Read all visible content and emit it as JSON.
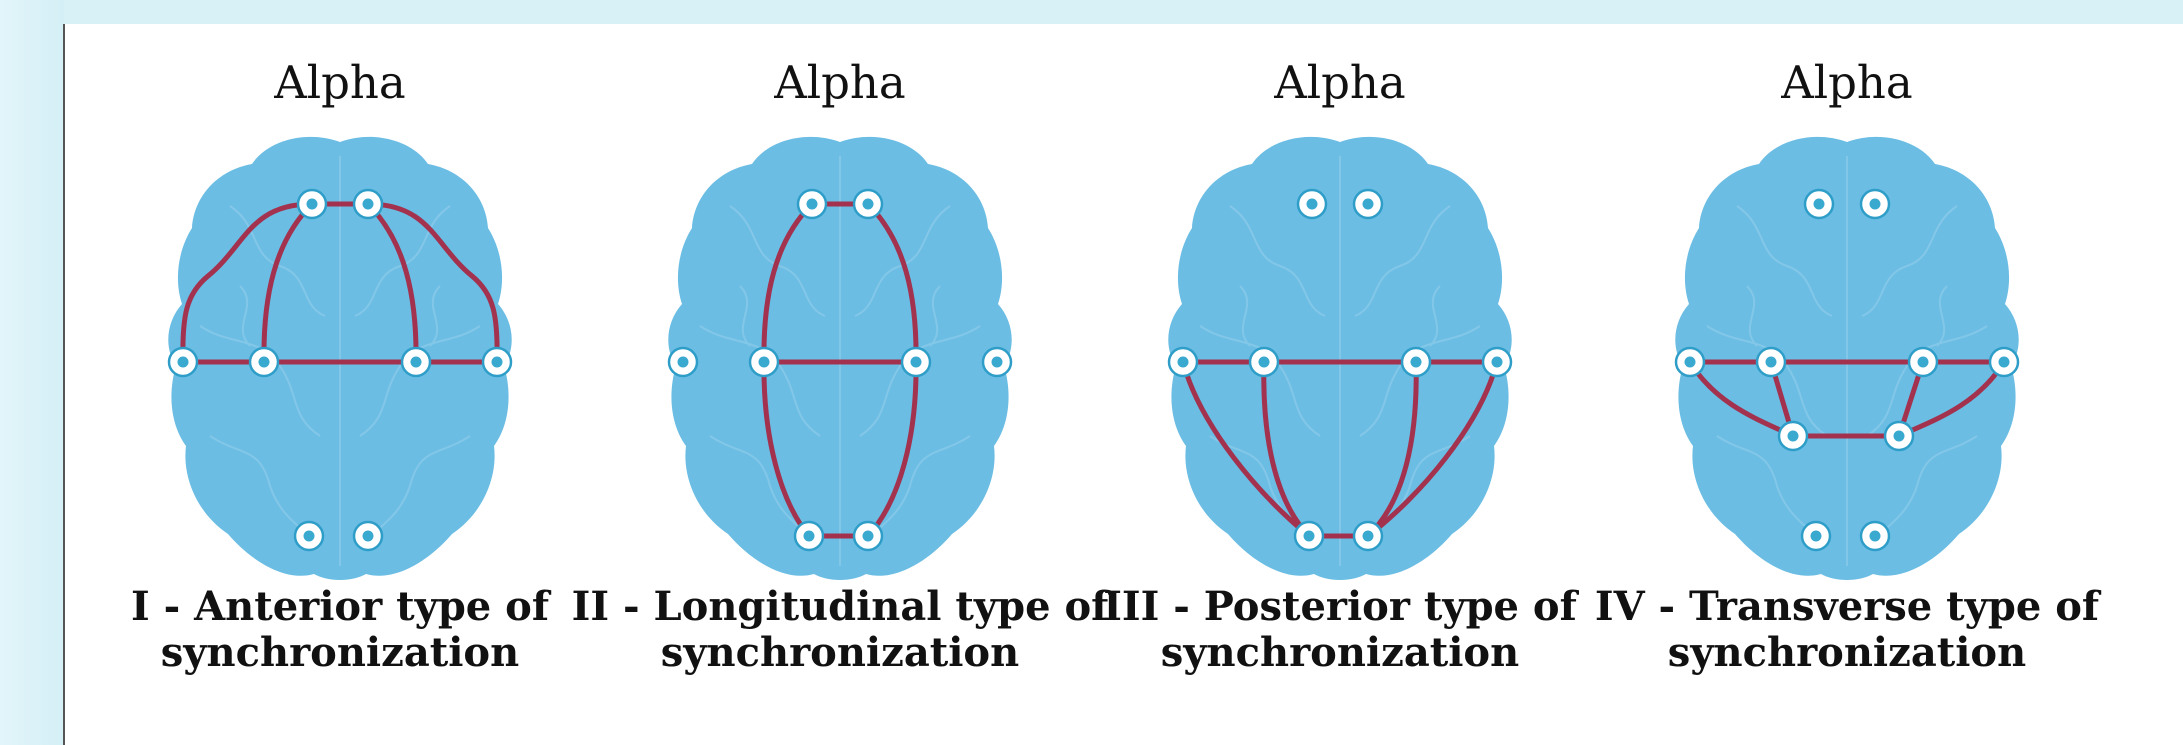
{
  "colors": {
    "brain_fill": "#6bbde4",
    "brain_gyri": "#8ccbea",
    "connection": "#a3324f",
    "electrode_ring": "#ffffff",
    "electrode_core": "#3aa9cf",
    "background_band": "#d8f1f7"
  },
  "panels": [
    {
      "title": "Alpha",
      "caption_line1": "I - Anterior type of",
      "caption_line2": "synchronization",
      "pattern": "anterior",
      "electrodes": [
        "front-left",
        "front-right",
        "mid-outer-left",
        "mid-inner-left",
        "mid-inner-right",
        "mid-outer-right",
        "back-left",
        "back-right"
      ]
    },
    {
      "title": "Alpha",
      "caption_line1": "II - Longitudinal type of",
      "caption_line2": "synchronization",
      "pattern": "longitudinal",
      "electrodes": [
        "front-left",
        "front-right",
        "mid-outer-left",
        "mid-inner-left",
        "mid-inner-right",
        "mid-outer-right",
        "back-left",
        "back-right"
      ]
    },
    {
      "title": "Alpha",
      "caption_line1": "III - Posterior type of",
      "caption_line2": "synchronization",
      "pattern": "posterior",
      "electrodes": [
        "front-left",
        "front-right",
        "mid-outer-left",
        "mid-inner-left",
        "mid-inner-right",
        "mid-outer-right",
        "back-left",
        "back-right"
      ]
    },
    {
      "title": "Alpha",
      "caption_line1": "IV - Transverse type of",
      "caption_line2": "synchronization",
      "pattern": "transverse",
      "electrodes": [
        "front-left",
        "front-right",
        "mid-outer-left",
        "mid-inner-left",
        "mid-inner-right",
        "mid-outer-right",
        "lower-left",
        "lower-right",
        "back-left",
        "back-right"
      ]
    }
  ]
}
